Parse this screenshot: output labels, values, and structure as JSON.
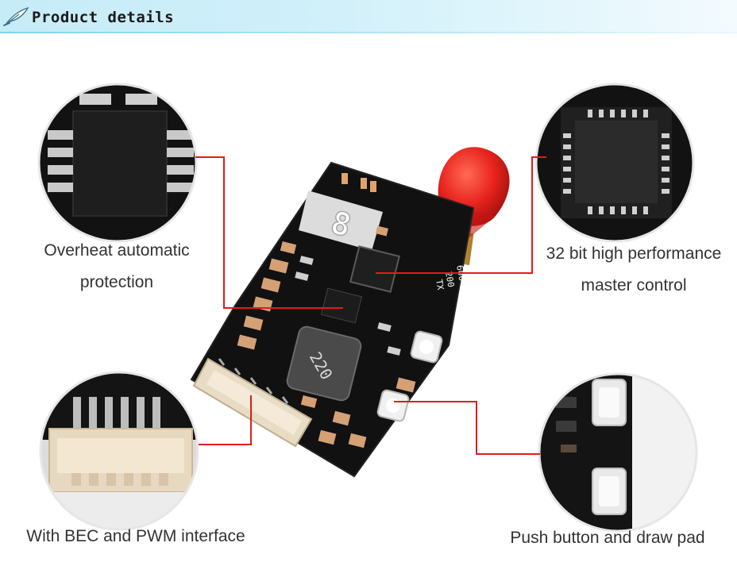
{
  "header": {
    "title": "Product details",
    "icon": "feather-pen-icon"
  },
  "board": {
    "display_digit": "8",
    "silkscreen_lines": [
      "600",
      "200",
      "TX"
    ],
    "inductor_label": "220"
  },
  "callouts": {
    "overheat": {
      "line1": "Overheat automatic",
      "line2": "protection"
    },
    "mcu": {
      "line1": "32 bit high performance",
      "line2": "master control"
    },
    "bec": {
      "line1": "With BEC and PWM interface"
    },
    "button": {
      "line1": "Push button and draw pad"
    }
  },
  "colors": {
    "leader_line": "#e31b1b",
    "antenna_cap": "#e8231d",
    "pcb": "#111111",
    "header_bg": "#cdeefa"
  }
}
